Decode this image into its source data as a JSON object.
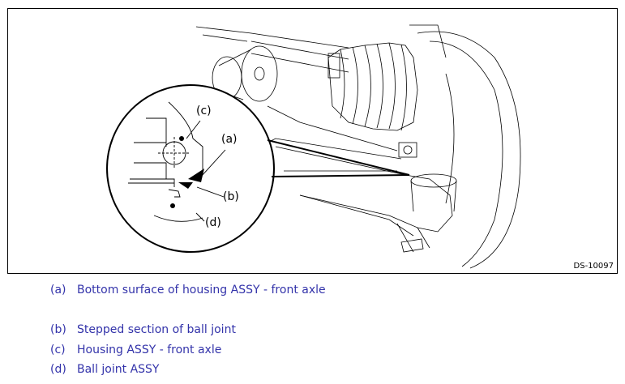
{
  "figure": {
    "id_label": "DS-10097",
    "callouts": [
      "(c)",
      "(a)",
      "(b)",
      "(d)"
    ]
  },
  "legend": [
    {
      "key": "(a)",
      "text": "Bottom surface of housing ASSY - front axle"
    },
    {
      "key": "(b)",
      "text": "Stepped section of ball joint"
    },
    {
      "key": "(c)",
      "text": "Housing ASSY - front axle"
    },
    {
      "key": "(d)",
      "text": "Ball joint ASSY"
    }
  ],
  "colors": {
    "legend_text": "#3333aa",
    "line": "#000000"
  }
}
